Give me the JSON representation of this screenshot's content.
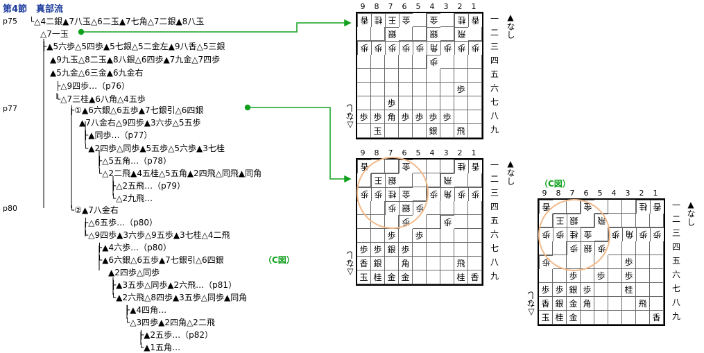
{
  "header": {
    "title": "第4節　真部流"
  },
  "pages": [
    "p75",
    "p77",
    "p80"
  ],
  "lines": [
    "└△4二銀▲7八玉△6二玉▲7七角△7二銀▲8八玉",
    "△7一玉",
    "├▲5六歩△5四歩▲5七銀△5二金左▲9八香△5三銀",
    "▲9九玉△8二玉▲8八銀△6四歩▲7九金△7四歩",
    "▲5九金△6三金▲6九金右",
    "├△9四歩…（p76）",
    "└△7三桂▲6八角△4五歩",
    "├①▲6六銀△6五歩▲7七銀引△6四銀",
    "▲7八金右△9四歩▲3六歩△5五歩",
    "├▲同歩…（p77）",
    "└▲2四歩△同歩▲5五歩△5六歩▲3七桂",
    "├△5五角…（p78）",
    "└△2二飛▲4五桂△5五角▲2四飛△同飛▲同角",
    "├△2五飛…（p79）",
    "└△2九飛…",
    "└②▲7八金右",
    "├△6五歩…（p80）",
    "└△9四歩▲3六歩△9五歩▲3七桂△4二飛",
    "├▲4六歩…（p80）",
    "└▲6六銀△6五歩▲7七銀引△6四銀",
    "（C図）",
    "▲2四歩△同歩",
    "├▲3五歩△同歩▲2六飛…（p81）",
    "└▲2六飛△8四歩▲3五歩△同歩▲同角",
    "├▲4四角…",
    "└△3四歩▲2四角△2二飛",
    "├▲2五歩…（p82）",
    "└▲1五角…"
  ],
  "boards": {
    "files": [
      "9",
      "8",
      "7",
      "6",
      "5",
      "4",
      "3",
      "2",
      "1"
    ],
    "ranks": [
      "一",
      "二",
      "三",
      "四",
      "五",
      "六",
      "七",
      "八",
      "九"
    ],
    "board1": {
      "sente_hand": "▲なし",
      "gote_hand": "△なし",
      "cells": [
        [
          "g:香",
          "g:桂",
          "g:王",
          "g:金",
          "",
          "g:金",
          "",
          "g:桂",
          "g:香"
        ],
        [
          "",
          "",
          "g:銀",
          "",
          "",
          "g:銀",
          "",
          "g:飛",
          ""
        ],
        [
          "g:歩",
          "g:歩",
          "g:歩",
          "g:歩",
          "g:歩",
          "g:角",
          "g:歩",
          "g:歩",
          "g:歩"
        ],
        [
          "",
          "",
          "",
          "",
          "",
          "g:歩",
          "",
          "",
          ""
        ],
        [
          "",
          "",
          "",
          "",
          "",
          "",
          "",
          "",
          ""
        ],
        [
          "",
          "",
          "",
          "",
          "",
          "",
          "",
          "歩",
          ""
        ],
        [
          "",
          "",
          "歩",
          "",
          "",
          "",
          "",
          "",
          ""
        ],
        [
          "歩",
          "歩",
          "角",
          "歩",
          "歩",
          "歩",
          "歩",
          "",
          ""
        ],
        [
          "",
          "玉",
          "",
          "",
          "",
          "銀",
          "",
          "飛",
          ""
        ]
      ]
    },
    "board2": {
      "sente_hand": "▲なし",
      "gote_hand": "△なし",
      "cells": [
        [
          "g:香",
          "",
          "",
          "g:金",
          "",
          "",
          "",
          "g:桂",
          "g:香"
        ],
        [
          "",
          "g:王",
          "g:銀",
          "",
          "",
          "",
          "g:飛",
          "",
          ""
        ],
        [
          "g:歩",
          "g:歩",
          "g:桂",
          "g:金",
          "",
          "g:歩",
          "g:角",
          "g:歩",
          "g:歩"
        ],
        [
          "",
          "",
          "g:歩",
          "g:銀",
          "g:歩",
          "",
          "",
          "",
          ""
        ],
        [
          "",
          "",
          "",
          "g:歩",
          "",
          "",
          "g:歩",
          "",
          ""
        ],
        [
          "",
          "",
          "歩",
          "",
          "歩",
          "",
          "",
          "",
          ""
        ],
        [
          "歩",
          "歩",
          "銀",
          "歩",
          "",
          "",
          "",
          "",
          ""
        ],
        [
          "香",
          "銀",
          "",
          "角",
          "",
          "",
          "",
          "飛",
          ""
        ],
        [
          "玉",
          "桂",
          "金",
          "金",
          "",
          "",
          "",
          "桂",
          "香"
        ]
      ]
    },
    "board3": {
      "caption": "（C図）",
      "sente_hand": "▲なし",
      "gote_hand": "△なし",
      "cells": [
        [
          "g:香",
          "",
          "",
          "g:金",
          "",
          "",
          "",
          "g:桂",
          "g:香"
        ],
        [
          "",
          "g:王",
          "g:銀",
          "",
          "g:飛",
          "",
          "",
          "",
          ""
        ],
        [
          "g:歩",
          "g:歩",
          "g:桂",
          "g:金",
          "",
          "g:歩",
          "g:角",
          "g:歩",
          "g:歩"
        ],
        [
          "",
          "",
          "g:歩",
          "g:銀",
          "g:歩",
          "",
          "",
          "",
          ""
        ],
        [
          "g:歩",
          "",
          "",
          "",
          "",
          "",
          "歩",
          "",
          ""
        ],
        [
          "",
          "",
          "歩",
          "",
          "歩",
          "",
          "歩",
          "",
          ""
        ],
        [
          "歩",
          "歩",
          "銀",
          "歩",
          "",
          "",
          "桂",
          "",
          ""
        ],
        [
          "香",
          "銀",
          "金",
          "角",
          "",
          "",
          "",
          "飛",
          ""
        ],
        [
          "玉",
          "桂",
          "金",
          "",
          "",
          "",
          "",
          "",
          "香"
        ]
      ]
    }
  }
}
